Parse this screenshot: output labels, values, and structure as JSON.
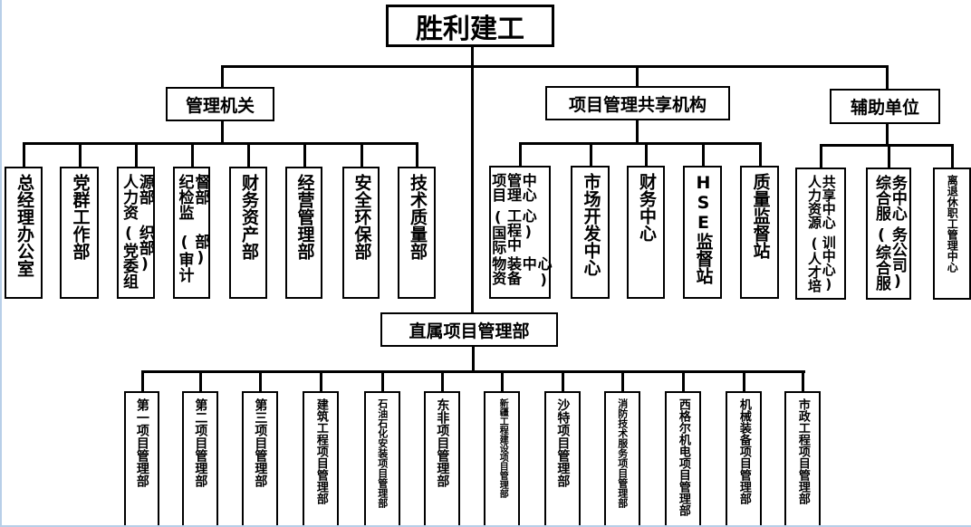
{
  "title": "胜利建工",
  "groups": {
    "admin": {
      "label": "管理机关",
      "items": [
        {
          "lines": [
            "总经理办公室"
          ]
        },
        {
          "lines": [
            "党群工作部"
          ]
        },
        {
          "lines": [
            "人力资源部",
            "(党委组织部)"
          ]
        },
        {
          "lines": [
            "纪检监督部",
            "(审计部)"
          ]
        },
        {
          "lines": [
            "财务资产部"
          ]
        },
        {
          "lines": [
            "经营管理部"
          ]
        },
        {
          "lines": [
            "安全环保部"
          ]
        },
        {
          "lines": [
            "技术质量部"
          ]
        }
      ]
    },
    "shared": {
      "label": "项目管理共享机构",
      "items": [
        {
          "lines": [
            "项目管理中心",
            "(国际工程中心)",
            "物资装备中心)"
          ]
        },
        {
          "lines": [
            "市场开发中心"
          ]
        },
        {
          "lines": [
            "财务中心"
          ]
        },
        {
          "lines": [
            "HSE监督站"
          ]
        },
        {
          "lines": [
            "质量监督站"
          ]
        }
      ]
    },
    "aux": {
      "label": "辅助单位",
      "items": [
        {
          "lines": [
            "人力资源共享中心",
            "(人才培训中心)"
          ]
        },
        {
          "lines": [
            "综合服务中心",
            "(综合服务公司)"
          ]
        },
        {
          "lines": [
            "离退休职工管理中心"
          ]
        }
      ]
    },
    "direct": {
      "label": "直属项目管理部",
      "items": [
        {
          "lines": [
            "第一项目管理部"
          ]
        },
        {
          "lines": [
            "第二项目管理部"
          ]
        },
        {
          "lines": [
            "第三项目管理部"
          ]
        },
        {
          "lines": [
            "建筑工程项目管理部"
          ]
        },
        {
          "lines": [
            "石油石化安装项目管理部"
          ]
        },
        {
          "lines": [
            "东非项目管理部"
          ]
        },
        {
          "lines": [
            "新疆工程建设项目管理部"
          ]
        },
        {
          "lines": [
            "沙特项目管理部"
          ]
        },
        {
          "lines": [
            "消防技术服务项目管理部"
          ]
        },
        {
          "lines": [
            "西格尔机电项目管理部"
          ]
        },
        {
          "lines": [
            "机械装备项目管理部"
          ]
        },
        {
          "lines": [
            "市政工程项目管理部"
          ]
        }
      ]
    }
  }
}
